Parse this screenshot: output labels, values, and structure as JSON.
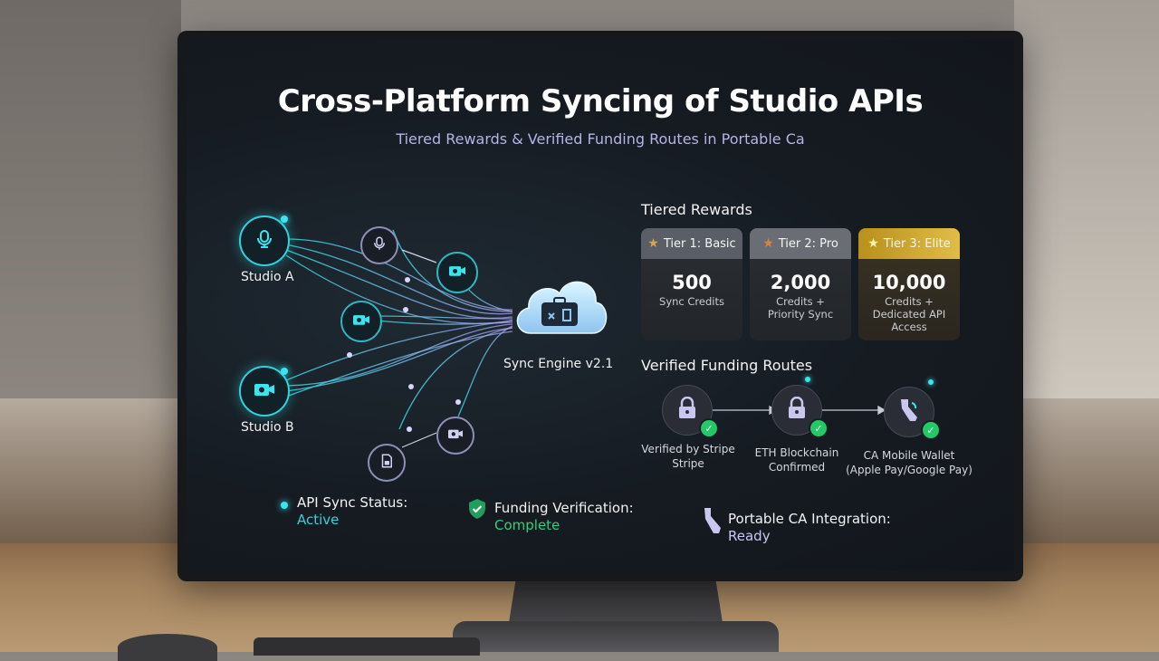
{
  "header": {
    "title": "Cross-Platform Syncing of Studio APIs",
    "subtitle": "Tiered Rewards & Verified Funding Routes in Portable Ca"
  },
  "diagram": {
    "studio_a_label": "Studio A",
    "studio_b_label": "Studio B",
    "engine_label": "Sync Engine v2.1",
    "accent_color": "#31d2dc"
  },
  "rewards": {
    "section_title": "Tiered Rewards",
    "tiers": [
      {
        "name": "Tier 1: Basic",
        "amount": "500",
        "desc_line1": "Sync Credits",
        "desc_line2": "",
        "desc_line3": "",
        "head_color": "#5a5e66"
      },
      {
        "name": "Tier 2: Pro",
        "amount": "2,000",
        "desc_line1": "Credits +",
        "desc_line2": "Priority Sync",
        "desc_line3": "",
        "head_color": "#6a6d73"
      },
      {
        "name": "Tier 3: Elite",
        "amount": "10,000",
        "desc_line1": "Credits +",
        "desc_line2": "Dedicated API",
        "desc_line3": "Access",
        "head_color": "#c9a227"
      }
    ]
  },
  "funding": {
    "section_title": "Verified Funding Routes",
    "routes": [
      {
        "line1": "Verified by Stripe",
        "line2": "Stripe"
      },
      {
        "line1": "ETH Blockchain",
        "line2": "Confirmed"
      },
      {
        "line1": "CA Mobile Wallet",
        "line2": "(Apple Pay/Google Pay)"
      }
    ],
    "check_color": "#24c867"
  },
  "status": {
    "api_label": "API Sync Status:",
    "api_value": "Active",
    "funding_label": "Funding Verification:",
    "funding_value": "Complete",
    "ca_label": "Portable CA Integration:",
    "ca_value": "Ready",
    "active_color": "#31d2dc",
    "complete_color": "#2fd07a",
    "ready_color": "#c9c7f0"
  }
}
